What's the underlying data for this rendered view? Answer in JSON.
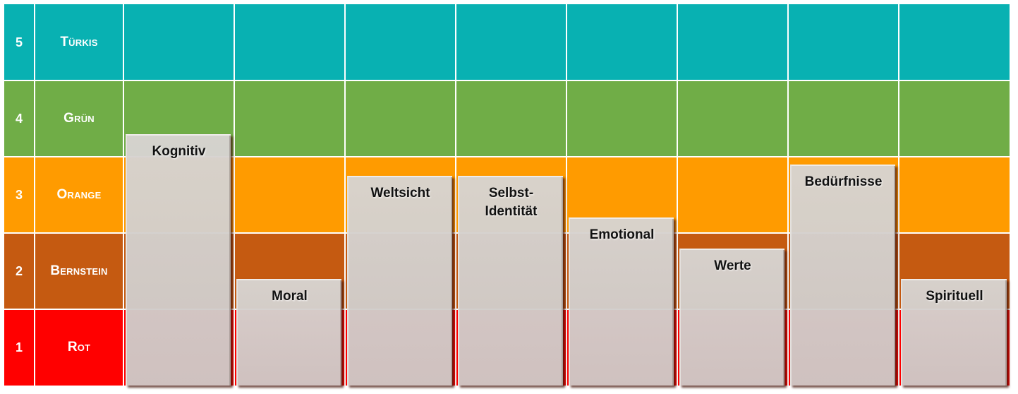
{
  "chart_data": {
    "type": "bar",
    "levels": [
      {
        "number": "5",
        "name": "Türkis",
        "color": "#08b1b2"
      },
      {
        "number": "4",
        "name": "Grün",
        "color": "#70ad47"
      },
      {
        "number": "3",
        "name": "Orange",
        "color": "#ff9b00"
      },
      {
        "number": "2",
        "name": "Bernstein",
        "color": "#c55a11"
      },
      {
        "number": "1",
        "name": "Rot",
        "color": "#ff0000"
      }
    ],
    "categories": [
      "Kognitiv",
      "Moral",
      "Weltsicht",
      "Selbst-\nIdentität",
      "Emotional",
      "Werte",
      "Bedürfnisse",
      "Spirituell"
    ],
    "values": [
      3.3,
      1.4,
      2.75,
      2.75,
      2.2,
      1.8,
      2.9,
      1.4
    ],
    "ylim": [
      0,
      5
    ]
  }
}
